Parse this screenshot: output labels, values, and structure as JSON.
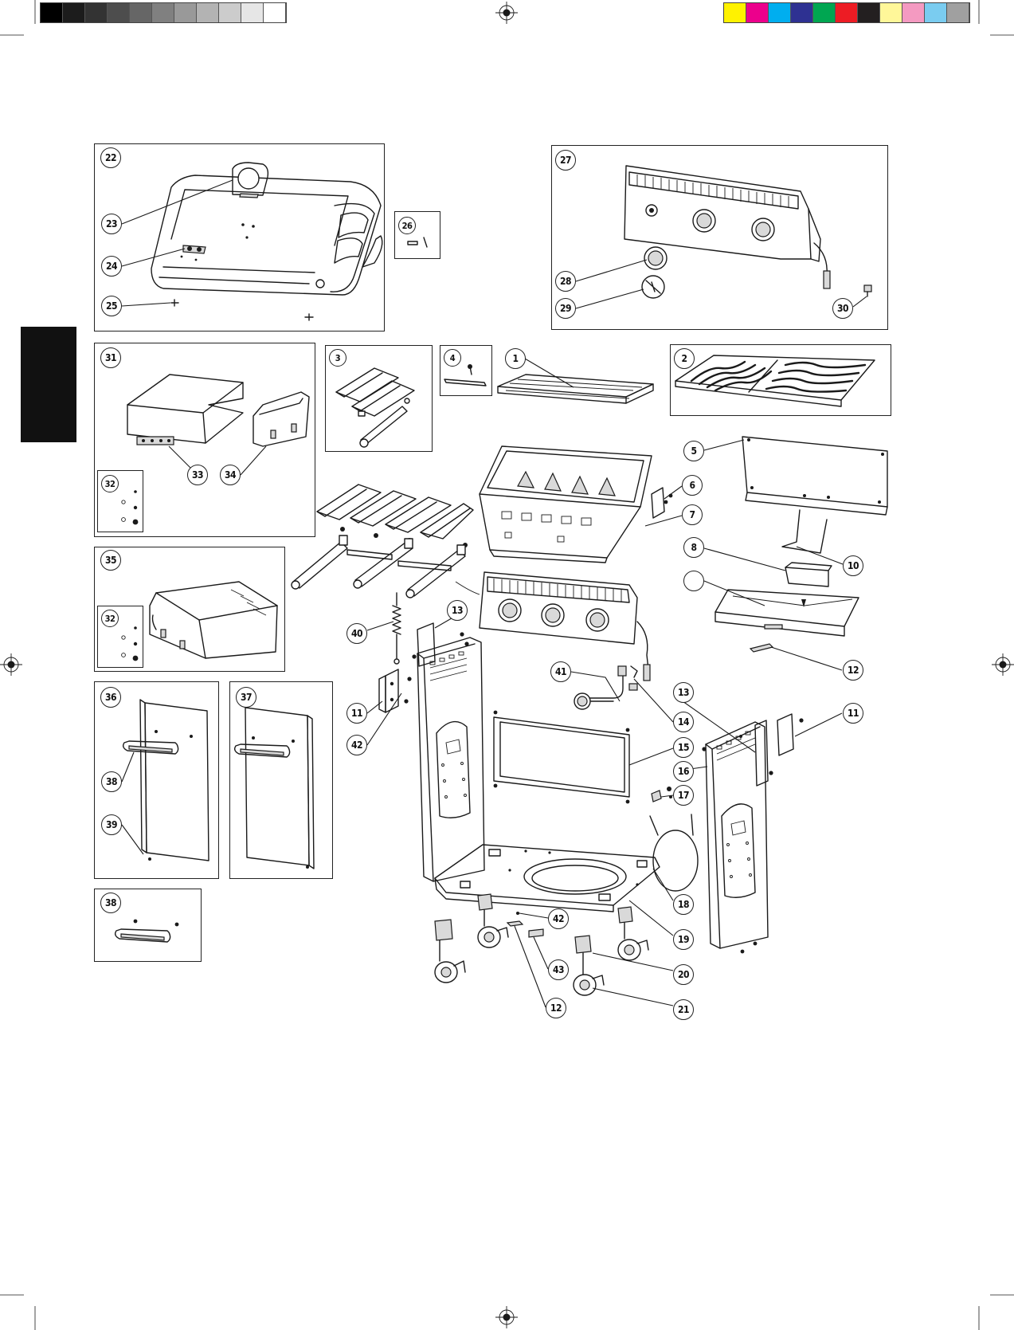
{
  "print_bars": {
    "grayscale": [
      "#000000",
      "#1c1c1c",
      "#333333",
      "#4d4d4d",
      "#666666",
      "#808080",
      "#999999",
      "#b3b3b3",
      "#cccccc",
      "#e6e6e6",
      "#ffffff"
    ],
    "color": [
      "#fff200",
      "#ec008c",
      "#00aeef",
      "#2e3192",
      "#00a651",
      "#ed1c24",
      "#231f20",
      "#fff799",
      "#f49ac1",
      "#7accf0",
      "#a0a0a0"
    ]
  },
  "callouts": {
    "c1": "1",
    "c2": "2",
    "c3": "3",
    "c4": "4",
    "c5": "5",
    "c6": "6",
    "c7": "7",
    "c8": "8",
    "c10": "10",
    "c11a": "11",
    "c11b": "11",
    "c12a": "12",
    "c12b": "12",
    "c13a": "13",
    "c13b": "13",
    "c14": "14",
    "c15": "15",
    "c16": "16",
    "c17": "17",
    "c18": "18",
    "c19": "19",
    "c20": "20",
    "c21": "21",
    "c22": "22",
    "c23": "23",
    "c24": "24",
    "c25": "25",
    "c26": "26",
    "c27": "27",
    "c28": "28",
    "c29": "29",
    "c30": "30",
    "c31": "31",
    "c32a": "32",
    "c32b": "32",
    "c33": "33",
    "c34": "34",
    "c35": "35",
    "c36": "36",
    "c37": "37",
    "c38": "38",
    "c39": "39",
    "c38b": "38",
    "c40": "40",
    "c41": "41",
    "c42a": "42",
    "c42b": "42",
    "c43": "43",
    "c9": ""
  }
}
